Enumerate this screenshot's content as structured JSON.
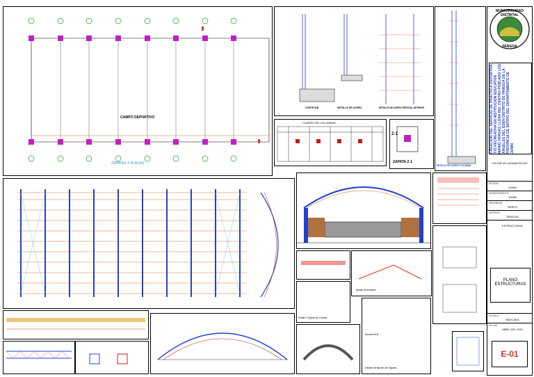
{
  "sheet": {
    "campo_label": "CAMPO DEPORTIVO",
    "zapatas_label": "ZAPATAS Y PLACAS",
    "corte_bb": "CORTE B-B",
    "detalle_acero_1": "DETALLE DE ACERO",
    "detalle_acero_vertical": "DETALLE DE ACERO VERTICAL INTERIOR",
    "cuadro_columnas": "CUADRO DE COLUMNAS",
    "zapata_label": "ZAPATA Z-1",
    "zapata_tag": "Z-1",
    "detalle_acero_columna": "DETALLE DE ACERO COLUMNA",
    "detalle_arriostres": "Detalle de Arriostres",
    "detalle_fijacion_correas": "Detalle 1 Fijación de Correas",
    "detalle_fijacion_vigueta": "Detalle de fijación de Vigueta",
    "seccion": "Sección B-B"
  },
  "title_block": {
    "seal_line1": "MUNICIPALIDAD DISTRITAL",
    "seal_line2": "PANGOA",
    "project_text": "CREACION DEL SERVICIO DE PRACTICA DEPORTIVA Y/O RECREATIVA EN INSTITUCION EDUCATIVA MARIO VARGAS LLOSA DEL CENTRO POBLADO LOS ANGELES DEL EDEN DISTRITO DE PANGOA DE LA PROVINCIA DE SATIPO DEL DEPARTAMENTO DE JUNIN",
    "designer": "OSCAR VILLAZANA ROJAS",
    "rows": [
      {
        "label": "REGION",
        "value": "JUNIN"
      },
      {
        "label": "DEPARTAMENTO",
        "value": "JUNIN"
      },
      {
        "label": "PROVINCIA",
        "value": "SATIPO"
      },
      {
        "label": "DISTRITO",
        "value": "PANGOA"
      },
      {
        "label": "",
        "value": "ESTRUCTURAS"
      }
    ],
    "sheet_name_line1": "PLANO",
    "sheet_name_line2": "ESTRUCTURAS",
    "bottom_rows": [
      {
        "label": "ESCALA",
        "value": "INDICADA"
      },
      {
        "label": "FECHA",
        "value": "ABRIL DEL 2021"
      }
    ],
    "sheet_code": "E-01"
  }
}
